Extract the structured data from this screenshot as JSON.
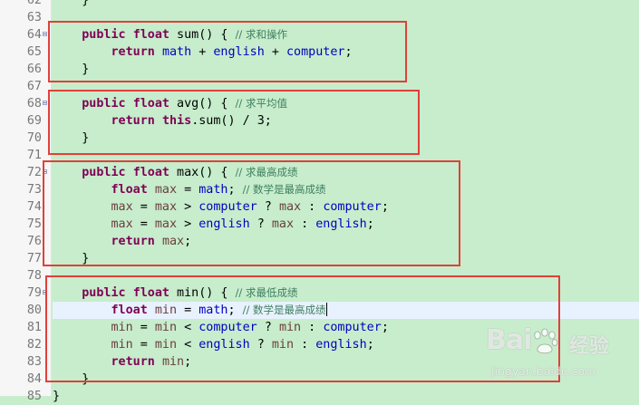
{
  "editor": {
    "lines": [
      {
        "num": "62",
        "tokens": [
          [
            "",
            "    }"
          ]
        ]
      },
      {
        "num": "63",
        "tokens": []
      },
      {
        "num": "64",
        "fold": true,
        "tokens": [
          [
            "",
            "    "
          ],
          [
            "kw",
            "public"
          ],
          [
            "",
            " "
          ],
          [
            "kw",
            "float"
          ],
          [
            "",
            " sum() { "
          ],
          [
            "cm",
            "// 求和操作"
          ]
        ]
      },
      {
        "num": "65",
        "tokens": [
          [
            "",
            "        "
          ],
          [
            "kw",
            "return"
          ],
          [
            "",
            " "
          ],
          [
            "fld",
            "math"
          ],
          [
            "",
            " + "
          ],
          [
            "fld",
            "english"
          ],
          [
            "",
            " + "
          ],
          [
            "fld",
            "computer"
          ],
          [
            "",
            ";"
          ]
        ]
      },
      {
        "num": "66",
        "tokens": [
          [
            "",
            "    }"
          ]
        ]
      },
      {
        "num": "67",
        "tokens": []
      },
      {
        "num": "68",
        "fold": true,
        "tokens": [
          [
            "",
            "    "
          ],
          [
            "kw",
            "public"
          ],
          [
            "",
            " "
          ],
          [
            "kw",
            "float"
          ],
          [
            "",
            " avg() { "
          ],
          [
            "cm",
            "// 求平均值"
          ]
        ]
      },
      {
        "num": "69",
        "tokens": [
          [
            "",
            "        "
          ],
          [
            "kw",
            "return"
          ],
          [
            "",
            " "
          ],
          [
            "kw",
            "this"
          ],
          [
            "",
            ".sum() / 3;"
          ]
        ]
      },
      {
        "num": "70",
        "tokens": [
          [
            "",
            "    }"
          ]
        ]
      },
      {
        "num": "71",
        "tokens": []
      },
      {
        "num": "72",
        "fold": true,
        "tokens": [
          [
            "",
            "    "
          ],
          [
            "kw",
            "public"
          ],
          [
            "",
            " "
          ],
          [
            "kw",
            "float"
          ],
          [
            "",
            " max() { "
          ],
          [
            "cm",
            "// 求最高成绩"
          ]
        ]
      },
      {
        "num": "73",
        "tokens": [
          [
            "",
            "        "
          ],
          [
            "kw",
            "float"
          ],
          [
            "",
            " "
          ],
          [
            "lv",
            "max"
          ],
          [
            "",
            " = "
          ],
          [
            "fld",
            "math"
          ],
          [
            "",
            "; "
          ],
          [
            "cm",
            "// 数学是最高成绩"
          ]
        ]
      },
      {
        "num": "74",
        "tokens": [
          [
            "",
            "        "
          ],
          [
            "lv",
            "max"
          ],
          [
            "",
            " = "
          ],
          [
            "lv",
            "max"
          ],
          [
            "",
            " > "
          ],
          [
            "fld",
            "computer"
          ],
          [
            "",
            " ? "
          ],
          [
            "lv",
            "max"
          ],
          [
            "",
            " : "
          ],
          [
            "fld",
            "computer"
          ],
          [
            "",
            ";"
          ]
        ]
      },
      {
        "num": "75",
        "tokens": [
          [
            "",
            "        "
          ],
          [
            "lv",
            "max"
          ],
          [
            "",
            " = "
          ],
          [
            "lv",
            "max"
          ],
          [
            "",
            " > "
          ],
          [
            "fld",
            "english"
          ],
          [
            "",
            " ? "
          ],
          [
            "lv",
            "max"
          ],
          [
            "",
            " : "
          ],
          [
            "fld",
            "english"
          ],
          [
            "",
            ";"
          ]
        ]
      },
      {
        "num": "76",
        "tokens": [
          [
            "",
            "        "
          ],
          [
            "kw",
            "return"
          ],
          [
            "",
            " "
          ],
          [
            "lv",
            "max"
          ],
          [
            "",
            ";"
          ]
        ]
      },
      {
        "num": "77",
        "tokens": [
          [
            "",
            "    }"
          ]
        ]
      },
      {
        "num": "78",
        "tokens": []
      },
      {
        "num": "79",
        "fold": true,
        "tokens": [
          [
            "",
            "    "
          ],
          [
            "kw",
            "public"
          ],
          [
            "",
            " "
          ],
          [
            "kw",
            "float"
          ],
          [
            "",
            " min() { "
          ],
          [
            "cm",
            "// 求最低成绩"
          ]
        ]
      },
      {
        "num": "80",
        "current": true,
        "caret": true,
        "tokens": [
          [
            "",
            "        "
          ],
          [
            "kw",
            "float"
          ],
          [
            "",
            " "
          ],
          [
            "lv",
            "min"
          ],
          [
            "",
            " = "
          ],
          [
            "fld",
            "math"
          ],
          [
            "",
            "; "
          ],
          [
            "cm",
            "// 数学是最高成绩"
          ]
        ]
      },
      {
        "num": "81",
        "tokens": [
          [
            "",
            "        "
          ],
          [
            "lv",
            "min"
          ],
          [
            "",
            " = "
          ],
          [
            "lv",
            "min"
          ],
          [
            "",
            " < "
          ],
          [
            "fld",
            "computer"
          ],
          [
            "",
            " ? "
          ],
          [
            "lv",
            "min"
          ],
          [
            "",
            " : "
          ],
          [
            "fld",
            "computer"
          ],
          [
            "",
            ";"
          ]
        ]
      },
      {
        "num": "82",
        "tokens": [
          [
            "",
            "        "
          ],
          [
            "lv",
            "min"
          ],
          [
            "",
            " = "
          ],
          [
            "lv",
            "min"
          ],
          [
            "",
            " < "
          ],
          [
            "fld",
            "english"
          ],
          [
            "",
            " ? "
          ],
          [
            "lv",
            "min"
          ],
          [
            "",
            " : "
          ],
          [
            "fld",
            "english"
          ],
          [
            "",
            ";"
          ]
        ]
      },
      {
        "num": "83",
        "tokens": [
          [
            "",
            "        "
          ],
          [
            "kw",
            "return"
          ],
          [
            "",
            " "
          ],
          [
            "lv",
            "min"
          ],
          [
            "",
            ";"
          ]
        ]
      },
      {
        "num": "84",
        "tokens": [
          [
            "",
            "    }"
          ]
        ]
      },
      {
        "num": "85",
        "tokens": [
          [
            "",
            "}"
          ]
        ]
      }
    ]
  },
  "colors": {
    "background": "#c7edcc",
    "keyword": "#7f0055",
    "field": "#0000c0",
    "local_variable": "#6a3e3e",
    "comment": "#3f7f5f",
    "highlight_box": "#e0403a"
  },
  "watermark": {
    "brand": "Bai",
    "icon": "baidu-paw-icon",
    "cn": "经验",
    "url": "jingyan.baidu.com"
  }
}
